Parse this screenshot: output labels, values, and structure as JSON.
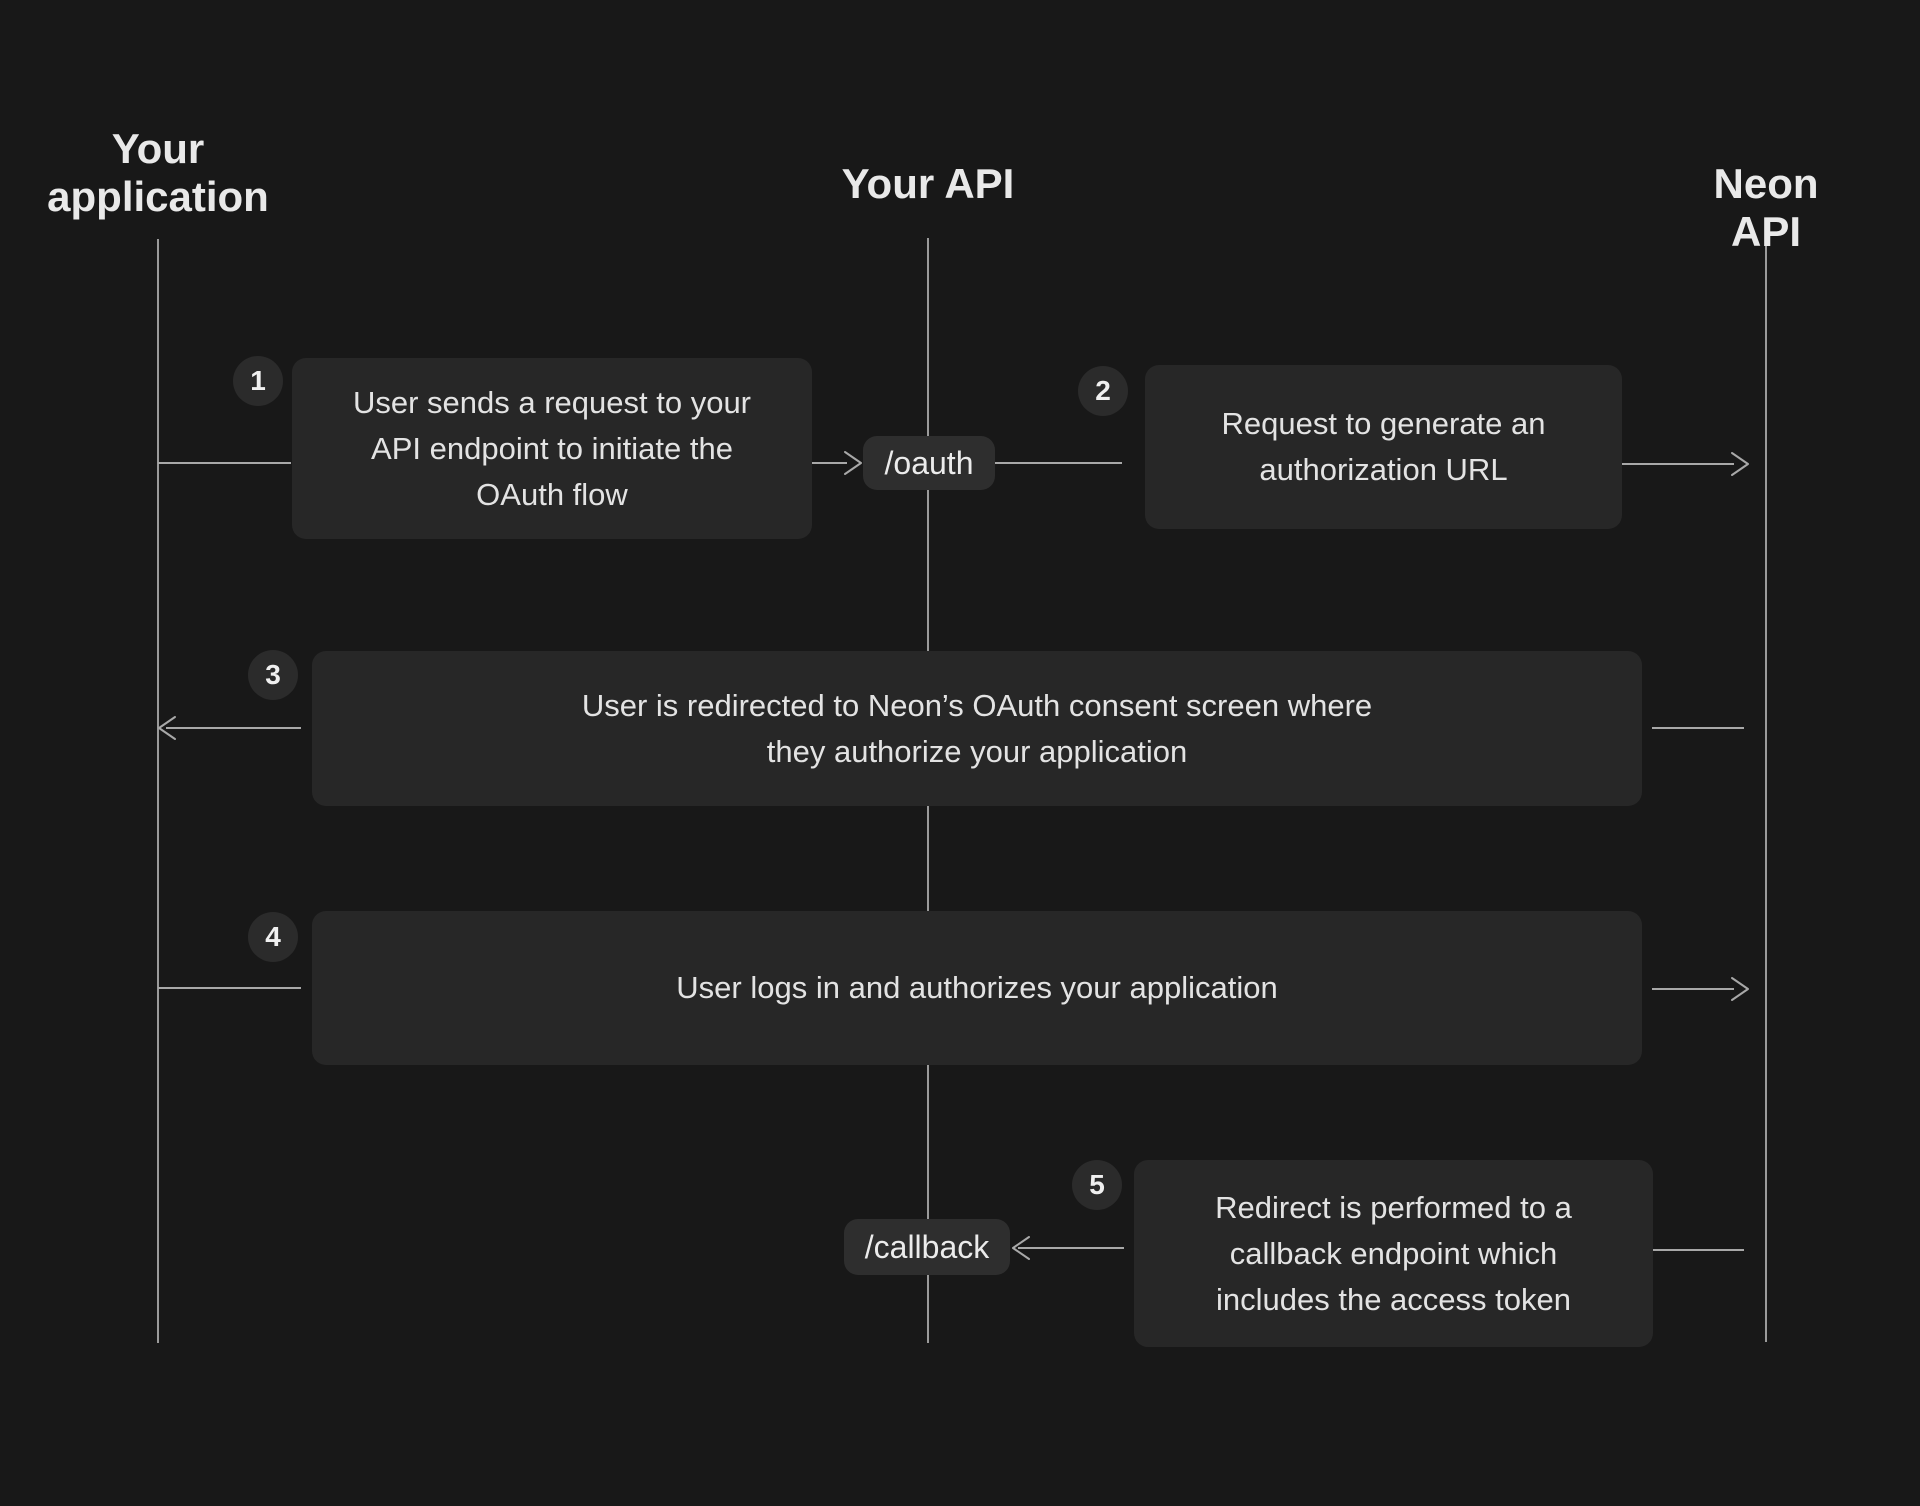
{
  "actors": [
    {
      "label": "Your\napplication"
    },
    {
      "label": "Your API"
    },
    {
      "label": "Neon API"
    }
  ],
  "steps": [
    {
      "number": "1",
      "text": "User sends a request to your\nAPI endpoint to initiate the\nOAuth flow"
    },
    {
      "number": "2",
      "text": "Request to generate an\nauthorization URL"
    },
    {
      "number": "3",
      "text": "User is redirected to Neon’s OAuth consent screen where\nthey authorize your application"
    },
    {
      "number": "4",
      "text": "User logs in and authorizes your application"
    },
    {
      "number": "5",
      "text": "Redirect is performed to a\ncallback endpoint which\nincludes the access token"
    }
  ],
  "endpoints": [
    {
      "label": "/oauth"
    },
    {
      "label": "/callback"
    }
  ],
  "colors": {
    "background": "#181818",
    "box_fill": "#272727",
    "pill_fill": "#2e2e2e",
    "badge_fill": "#2b2b2b",
    "lifeline": "#9a9a9a",
    "connector": "#a8a8a8",
    "heading_text": "#e9e9e9",
    "body_text": "#e3e3e3"
  }
}
